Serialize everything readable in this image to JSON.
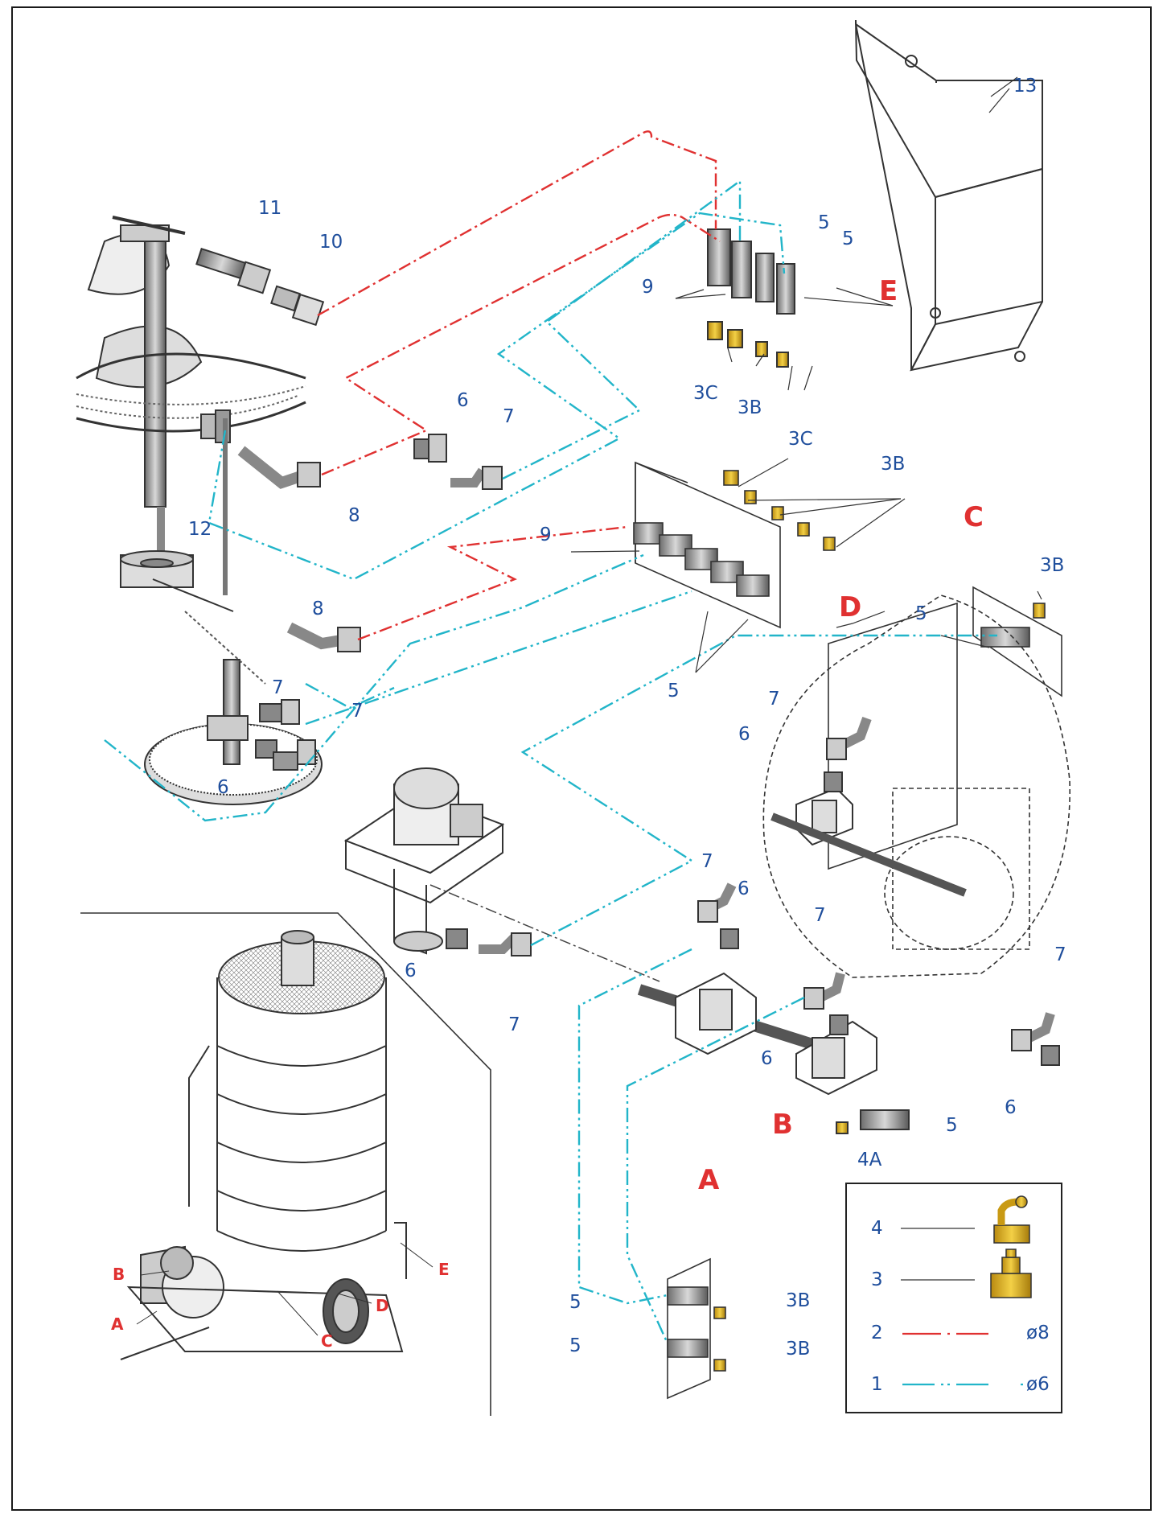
{
  "callouts": {
    "c13": "13",
    "c11": "11",
    "c10": "10",
    "c5a": "5",
    "c5b": "5",
    "cE": "E",
    "c9a": "9",
    "c3Ca": "3C",
    "c3Ba": "3B",
    "c6a": "6",
    "c7a": "7",
    "c8a": "8",
    "c12": "12",
    "c3Cb": "3C",
    "c3Bb": "3B",
    "c9b": "9",
    "cC": "C",
    "c3Bc": "3B",
    "c5c": "5",
    "cD": "D",
    "c8b": "8",
    "c5d": "5",
    "c7b": "7",
    "c7c": "7",
    "c6b": "6",
    "c7d": "7",
    "c6c": "6",
    "c7e": "7",
    "c6d": "6",
    "c7f": "7",
    "c6e": "6",
    "c7g": "7",
    "c7h": "7",
    "c6f": "6",
    "c6g": "6",
    "cB": "B",
    "c5e": "5",
    "c4A": "4A",
    "cA": "A",
    "c5f": "5",
    "c3Bd": "3B",
    "c5g": "5",
    "c3Be": "3B"
  },
  "overview_labels": {
    "B": "B",
    "A": "A",
    "C": "C",
    "D": "D",
    "E": "E"
  },
  "legend": {
    "rows": [
      {
        "num": "4",
        "desc": ""
      },
      {
        "num": "3",
        "desc": ""
      },
      {
        "num": "2",
        "desc": "ø8"
      },
      {
        "num": "1",
        "desc": "ø6"
      }
    ]
  },
  "colors": {
    "line_8mm": "#e03131",
    "line_6mm": "#22b5c9",
    "callout_text": "#1f4e9c",
    "section_letter": "#e03131",
    "drawing": "#222222",
    "brass": "#e0b020"
  }
}
